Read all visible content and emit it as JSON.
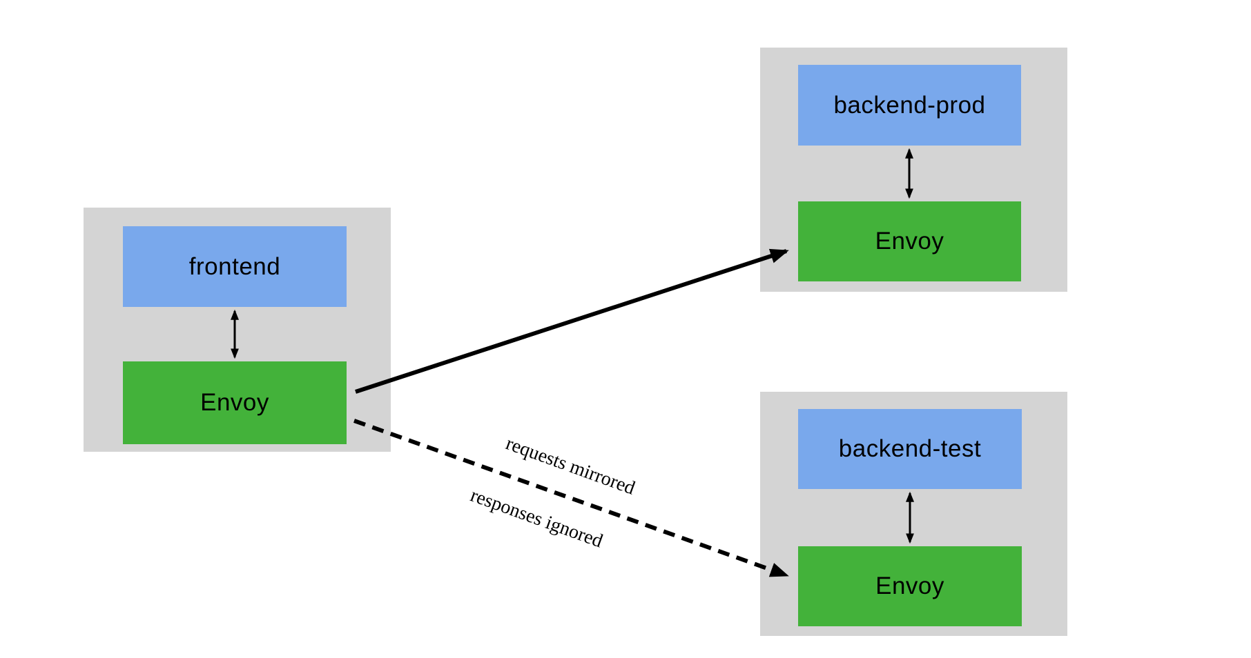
{
  "diagram": {
    "description": "Envoy traffic mirroring diagram: frontend pod sends live traffic to backend-prod and mirrors requests to backend-test",
    "colors": {
      "background": "#ffffff",
      "pod_background": "#d4d4d4",
      "app_box_fill": "#79a8ec",
      "envoy_box_fill": "#43b23a",
      "arrow_color": "#000000",
      "text_color": "#000000"
    },
    "pods": [
      {
        "name": "frontend",
        "app_label": "frontend",
        "proxy_label": "Envoy"
      },
      {
        "name": "backend-prod",
        "app_label": "backend-prod",
        "proxy_label": "Envoy"
      },
      {
        "name": "backend-test",
        "app_label": "backend-test",
        "proxy_label": "Envoy"
      }
    ],
    "edges": {
      "primary": {
        "from": "frontend Envoy",
        "to": "backend-prod Envoy",
        "style": "solid"
      },
      "mirror": {
        "from": "frontend Envoy",
        "to": "backend-test Envoy",
        "style": "dashed",
        "label_top": "requests mirrored",
        "label_bottom": "responses ignored"
      },
      "internal": {
        "style": "double-headed",
        "description": "bidirectional arrow between app container and Envoy sidecar in each pod"
      }
    }
  }
}
